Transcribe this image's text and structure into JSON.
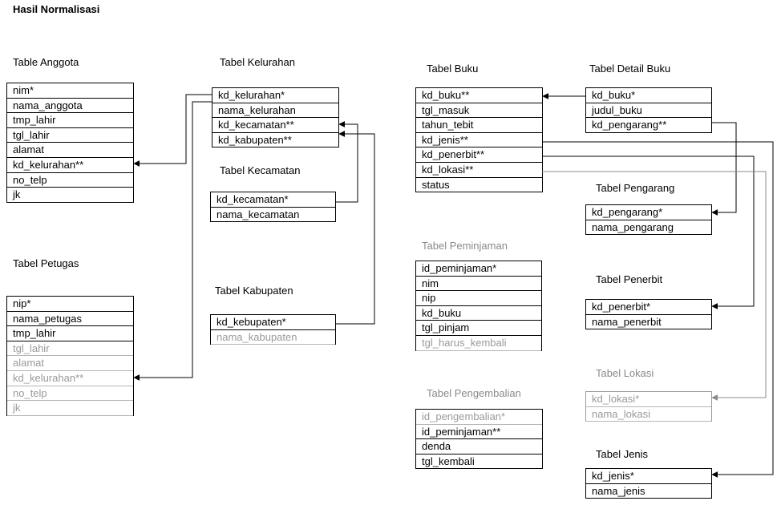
{
  "title": "Hasil Normalisasi",
  "tables": {
    "anggota": {
      "title": "Table Anggota",
      "fields": [
        "nim*",
        "nama_anggota",
        "tmp_lahir",
        "tgl_lahir",
        "alamat",
        "kd_kelurahan**",
        "no_telp",
        "jk"
      ]
    },
    "petugas": {
      "title": "Tabel Petugas",
      "fields": [
        "nip*",
        "nama_petugas",
        "tmp_lahir",
        "tgl_lahir",
        "alamat",
        "kd_kelurahan**",
        "no_telp",
        "jk"
      ]
    },
    "kelurahan": {
      "title": "Tabel Kelurahan",
      "fields": [
        "kd_kelurahan*",
        "nama_kelurahan",
        "kd_kecamatan**",
        "kd_kabupaten**"
      ]
    },
    "kecamatan": {
      "title": "Tabel Kecamatan",
      "fields": [
        "kd_kecamatan*",
        "nama_kecamatan"
      ]
    },
    "kabupaten": {
      "title": "Tabel Kabupaten",
      "fields": [
        "kd_kebupaten*",
        "nama_kabupaten"
      ]
    },
    "buku": {
      "title": "Tabel Buku",
      "fields": [
        "kd_buku**",
        "tgl_masuk",
        "tahun_tebit",
        "kd_jenis**",
        "kd_penerbit**",
        "kd_lokasi**",
        "status"
      ]
    },
    "peminjaman": {
      "title": "Tabel Peminjaman",
      "fields": [
        "id_peminjaman*",
        "nim",
        "nip",
        "kd_buku",
        "tgl_pinjam",
        "tgl_harus_kembali"
      ]
    },
    "pengembalian": {
      "title": "Tabel Pengembalian",
      "fields": [
        "id_pengembalian*",
        "id_peminjaman**",
        "denda",
        "tgl_kembali"
      ]
    },
    "detail_buku": {
      "title": "Tabel Detail Buku",
      "fields": [
        "kd_buku*",
        "judul_buku",
        "kd_pengarang**"
      ]
    },
    "pengarang": {
      "title": "Tabel Pengarang",
      "fields": [
        "kd_pengarang*",
        "nama_pengarang"
      ]
    },
    "penerbit": {
      "title": "Tabel Penerbit",
      "fields": [
        "kd_penerbit*",
        "nama_penerbit"
      ]
    },
    "lokasi": {
      "title": "Tabel Lokasi",
      "fields": [
        "kd_lokasi*",
        "nama_lokasi"
      ]
    },
    "jenis": {
      "title": "Tabel Jenis",
      "fields": [
        "kd_jenis*",
        "nama_jenis"
      ]
    }
  }
}
